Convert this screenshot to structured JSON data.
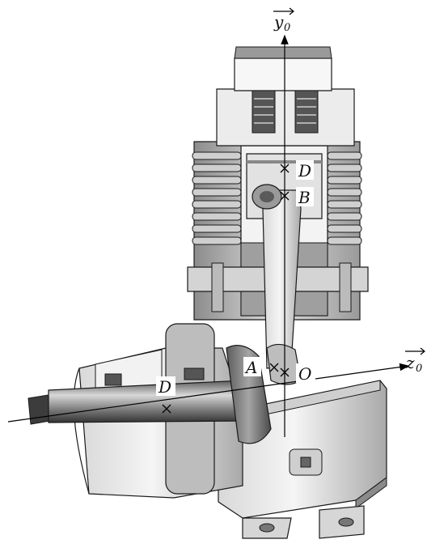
{
  "figure": {
    "labels": {
      "y_axis": "y",
      "y_axis_sub": "0",
      "z_axis": "z",
      "z_axis_sub": "0",
      "point_d_top": "D",
      "point_b": "B",
      "point_a": "A",
      "point_o": "O",
      "point_d_shaft": "D"
    },
    "colors": {
      "metal_light": "#e9e9e9",
      "metal_mid": "#bdbdbd",
      "metal_dark": "#6f6f6f",
      "metal_darker": "#3a3a3a",
      "cut_section": "#f4f4f4",
      "outline": "#1a1a1a",
      "axis": "#000000"
    }
  }
}
